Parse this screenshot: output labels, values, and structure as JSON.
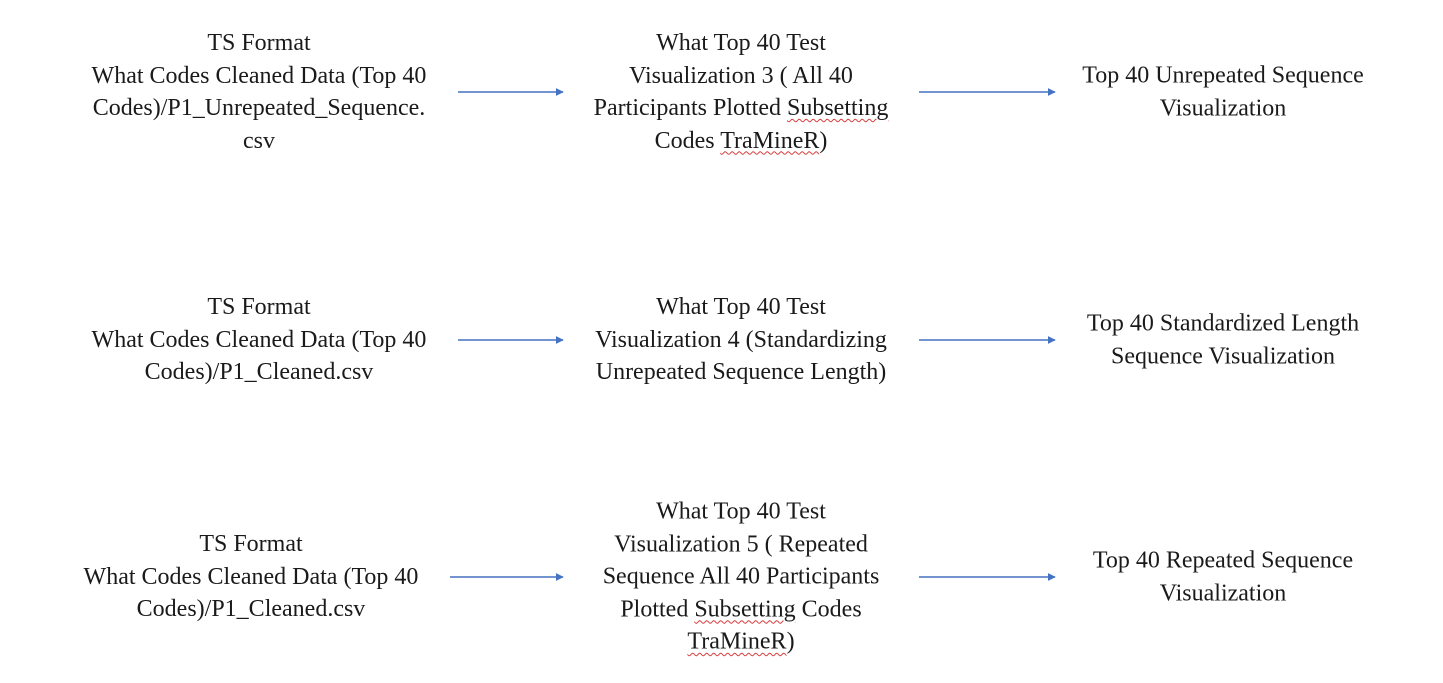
{
  "rows": [
    {
      "source": {
        "lines": [
          "TS Format",
          "What Codes Cleaned Data (Top 40",
          "Codes)/P1_Unrepeated_Sequence.",
          "csv"
        ]
      },
      "process": {
        "lines": [
          "What Top 40 Test",
          "Visualization 3 ( All 40",
          "Participants Plotted ",
          "Subsetting",
          "Codes ",
          "TraMineR",
          ")"
        ]
      },
      "output": {
        "lines": [
          "Top 40 Unrepeated Sequence",
          "Visualization"
        ]
      }
    },
    {
      "source": {
        "lines": [
          "TS Format",
          "What Codes Cleaned Data (Top 40",
          "Codes)/P1_Cleaned.csv"
        ]
      },
      "process": {
        "lines": [
          "What Top 40 Test",
          "Visualization 4 (Standardizing",
          "Unrepeated Sequence Length)"
        ]
      },
      "output": {
        "lines": [
          "Top 40 Standardized Length",
          "Sequence Visualization"
        ]
      }
    },
    {
      "source": {
        "lines": [
          "TS Format",
          "What Codes Cleaned Data (Top 40",
          "Codes)/P1_Cleaned.csv"
        ]
      },
      "process": {
        "lines": [
          "What Top 40 Test",
          "Visualization 5 ( Repeated",
          "Sequence All 40 Participants",
          "Plotted ",
          "Subsetting",
          " Codes",
          "TraMineR",
          ")"
        ]
      },
      "output": {
        "lines": [
          "Top 40 Repeated Sequence",
          "Visualization"
        ]
      }
    }
  ],
  "colors": {
    "arrow": "#4472c4",
    "text": "#1a1a1a",
    "spellcheck_underline": "#d83b3b"
  }
}
